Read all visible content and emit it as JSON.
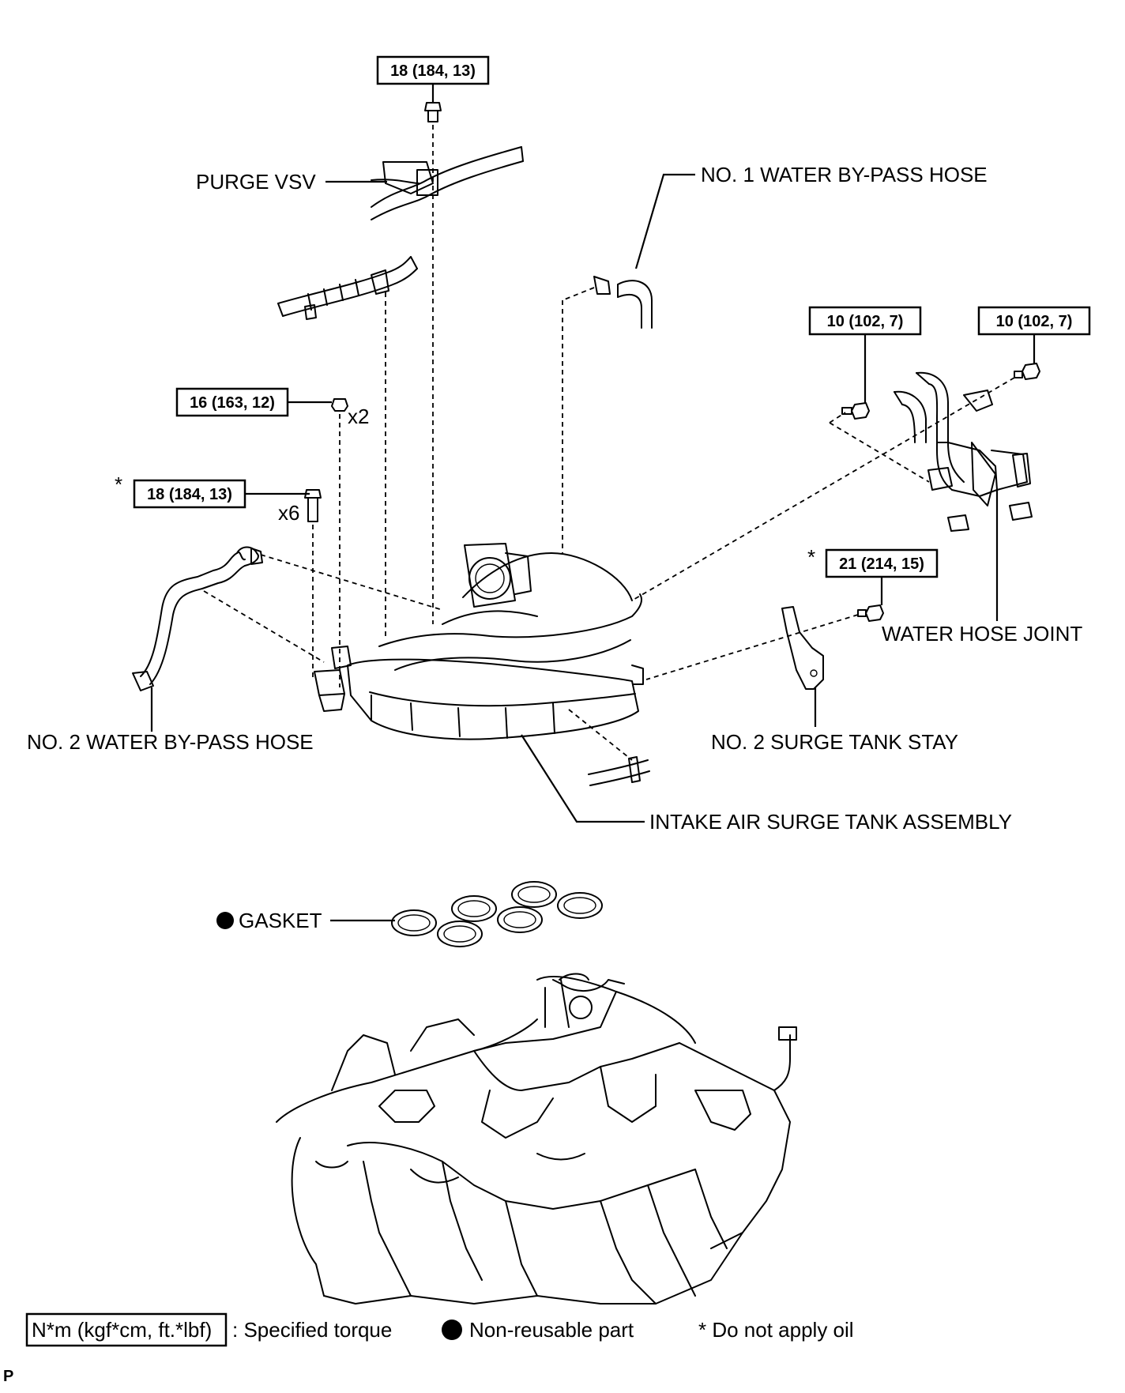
{
  "torque_labels": {
    "top_bolt": "18 (184, 13)",
    "stay_bolt_left": "10 (102, 7)",
    "stay_bolt_right": "10 (102, 7)",
    "nut": "16 (163, 12)",
    "manifold_bolt": "18 (184, 13)",
    "surge_stay_bolt": "21 (214, 15)"
  },
  "quantity_marks": {
    "nut": "x2",
    "manifold_bolt": "x6"
  },
  "asterisk": "*",
  "part_labels": {
    "purge_vsv": "PURGE VSV",
    "no1_water_bypass_hose": "NO. 1 WATER BY-PASS HOSE",
    "water_hose_joint": "WATER HOSE JOINT",
    "no2_water_bypass_hose": "NO. 2 WATER BY-PASS HOSE",
    "no2_surge_tank_stay": "NO. 2 SURGE TANK STAY",
    "intake_air_surge_tank_assembly": "INTAKE AIR SURGE TANK ASSEMBLY",
    "gasket": "GASKET"
  },
  "legend": {
    "torque_box": "N*m (kgf*cm, ft.*lbf)",
    "torque_text": ": Specified torque",
    "nonreusable_text": "Non-reusable part",
    "no_oil_text": "* Do not apply oil"
  },
  "footer_code": "P"
}
